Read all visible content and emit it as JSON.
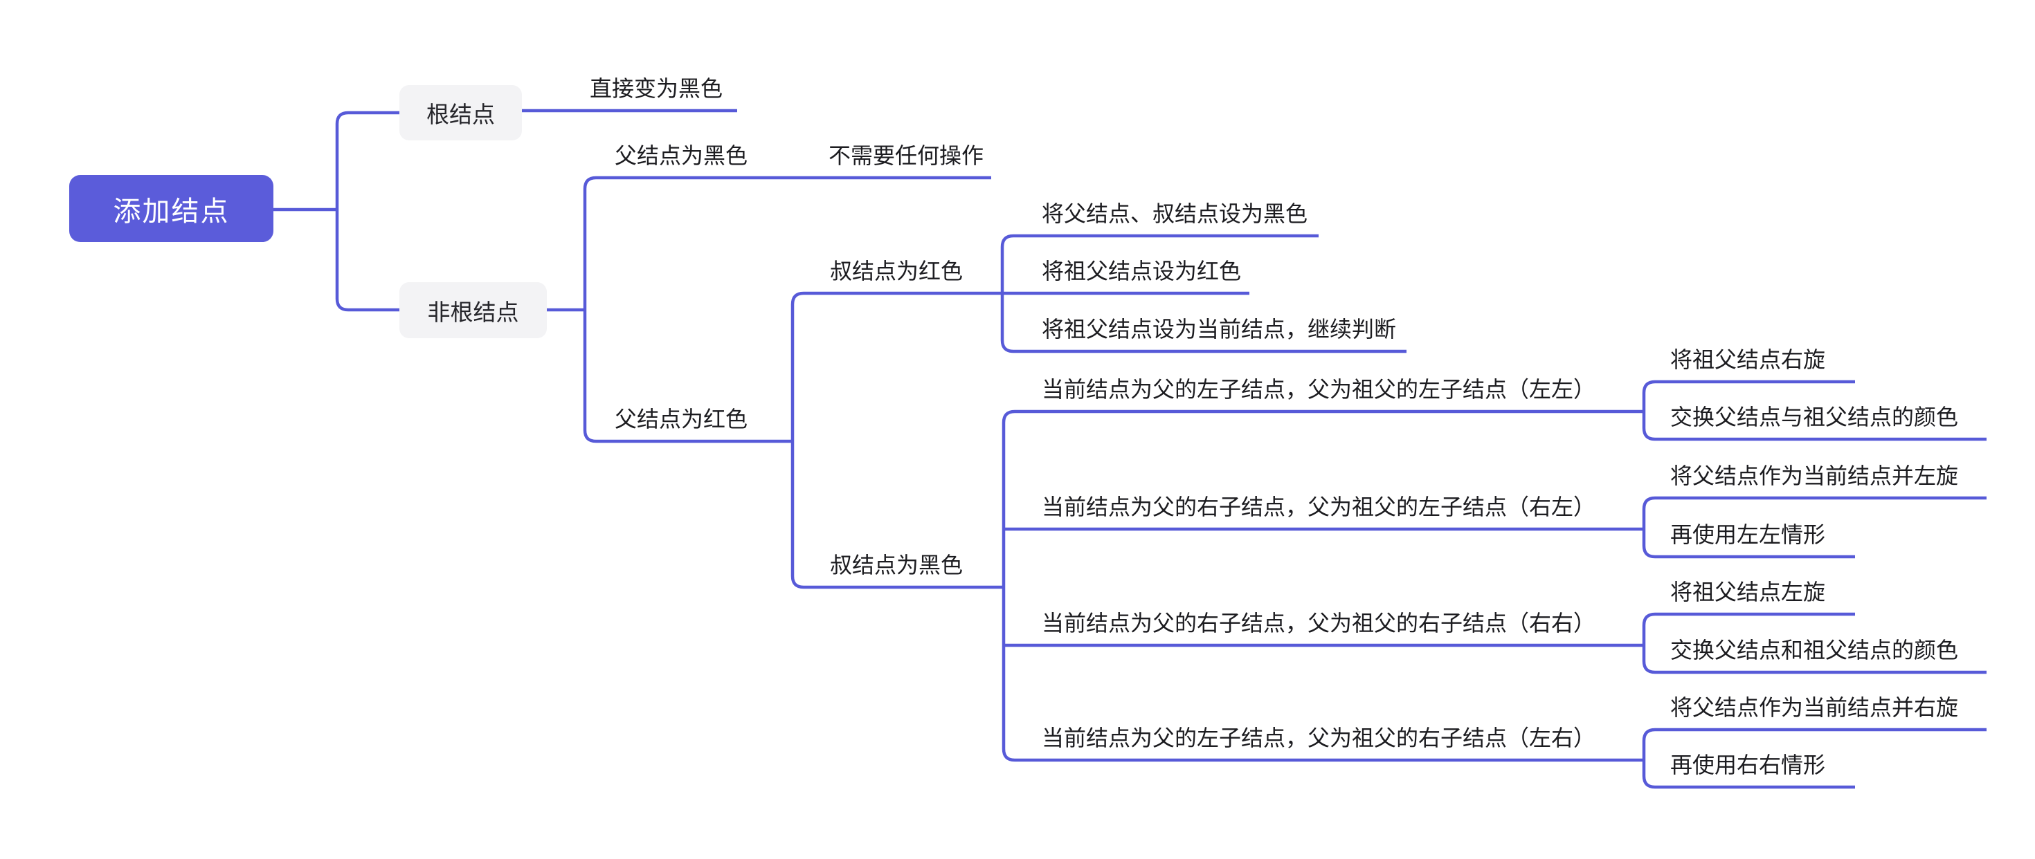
{
  "colors": {
    "line": "#575ad8",
    "root_bg": "#5b5cda",
    "root_text": "#ffffff",
    "box_bg": "#f3f3f5",
    "box_text": "#26262b",
    "label_text": "#1c1c20",
    "canvas_bg": "#ffffff"
  },
  "tree": {
    "label": "添加结点",
    "children": [
      {
        "label": "根结点",
        "children": [
          {
            "label": "直接变为黑色",
            "children": []
          }
        ]
      },
      {
        "label": "非根结点",
        "children": [
          {
            "label": "父结点为黑色",
            "children": [
              {
                "label": "不需要任何操作",
                "children": []
              }
            ]
          },
          {
            "label": "父结点为红色",
            "children": [
              {
                "label": "叔结点为红色",
                "children": [
                  {
                    "label": "将父结点、叔结点设为黑色",
                    "children": []
                  },
                  {
                    "label": "将祖父结点设为红色",
                    "children": []
                  },
                  {
                    "label": "将祖父结点设为当前结点，继续判断",
                    "children": []
                  }
                ]
              },
              {
                "label": "叔结点为黑色",
                "children": [
                  {
                    "label": "当前结点为父的左子结点，父为祖父的左子结点（左左）",
                    "children": [
                      {
                        "label": "将祖父结点右旋",
                        "children": []
                      },
                      {
                        "label": "交换父结点与祖父结点的颜色",
                        "children": []
                      }
                    ]
                  },
                  {
                    "label": "当前结点为父的右子结点，父为祖父的左子结点（右左）",
                    "children": [
                      {
                        "label": "将父结点作为当前结点并左旋",
                        "children": []
                      },
                      {
                        "label": "再使用左左情形",
                        "children": []
                      }
                    ]
                  },
                  {
                    "label": "当前结点为父的右子结点，父为祖父的右子结点（右右）",
                    "children": [
                      {
                        "label": "将祖父结点左旋",
                        "children": []
                      },
                      {
                        "label": "交换父结点和祖父结点的颜色",
                        "children": []
                      }
                    ]
                  },
                  {
                    "label": "当前结点为父的左子结点，父为祖父的右子结点（左右）",
                    "children": [
                      {
                        "label": "将父结点作为当前结点并右旋",
                        "children": []
                      },
                      {
                        "label": "再使用右右情形",
                        "children": []
                      }
                    ]
                  }
                ]
              }
            ]
          }
        ]
      }
    ]
  }
}
